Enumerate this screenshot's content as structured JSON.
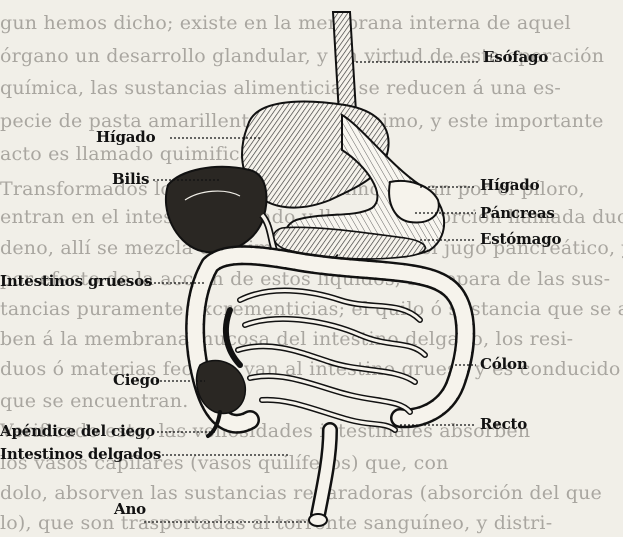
{
  "background_text": [
    "gun hemos dicho; existe en la membrana interna de aquel",
    "órgano un desarrollo glandular, y en virtud de esta operación",
    "química, las sustancias alimenticias se reducen á una es-",
    "pecie de pasta amarillenta, llamada quimo, y este importante",
    "acto es llamado quimificación.",
    "Transformados los alimentos en quimo, pasan por el píloro,",
    "entran en el intestino delgado y llegan á la porción llamada duo-",
    "deno, allí se mezcla el quimo con la bilis y el jugo pancreático, y",
    "por efecto de la acción de estos líquidos, se separa de las sus-",
    "tancias puramente excrementicias; el quilo ó sustancia que se absor-",
    "ben á la membrana mucosa del intestino delgado, los resi-",
    "duos ó materias fecales, van al intestino grueso y es conducido en",
    "que se encuentran.",
    "Verificado esto, las vellosidades intestinales absorben",
    "los vasos capilares (vasos quilíferos) que, con",
    "dolo, absorven las sustancias reparadoras (absorción del que",
    "lo), que son trasportadas al torrente sanguíneo, y distri-"
  ],
  "labels": {
    "esofago": "Esófago",
    "higado_left": "Hígado",
    "bilis": "Bilis",
    "higado_right": "Hígado",
    "pancreas": "Páncreas",
    "estomago": "Estómago",
    "intestinos_gruesos": "Intestinos gruesos",
    "colon": "Cólon",
    "ciego": "Ciego",
    "recto": "Recto",
    "apendice": "Apéndice del ciego",
    "intestinos_delgados": "Intestinos delgados",
    "ano": "Ano"
  }
}
